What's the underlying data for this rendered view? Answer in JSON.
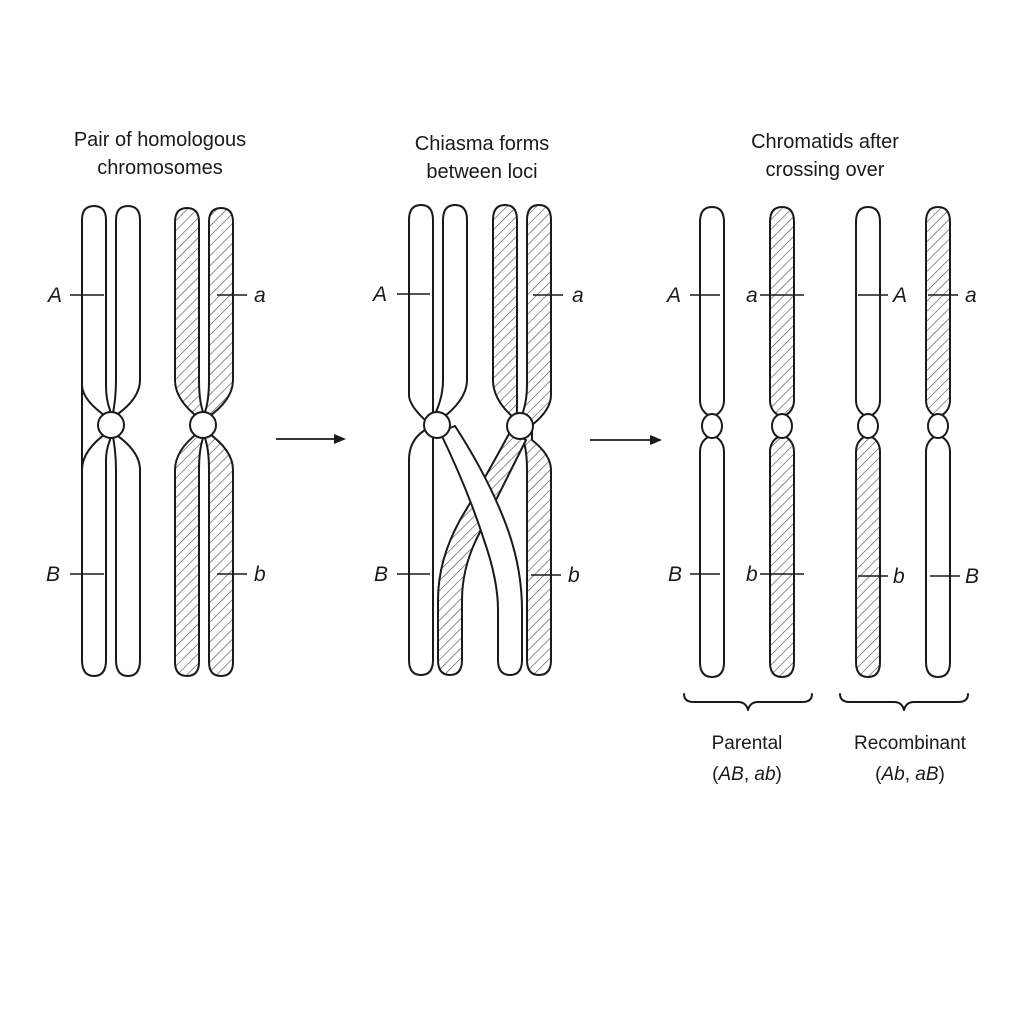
{
  "panels": [
    {
      "caption_lines": [
        "Pair of homologous",
        "chromosomes"
      ]
    },
    {
      "caption_lines": [
        "Chiasma forms",
        "between loci"
      ]
    },
    {
      "caption_lines": [
        "Chromatids after",
        "crossing over"
      ]
    }
  ],
  "loci": {
    "panel1": {
      "left_top": "A",
      "left_bottom": "B",
      "right_top": "a",
      "right_bottom": "b"
    },
    "panel2": {
      "left_top": "A",
      "left_bottom": "B",
      "right_top": "a",
      "right_bottom": "b"
    },
    "panel3": {
      "c1_top": "A",
      "c1_bottom": "B",
      "c2_top": "a",
      "c2_bottom": "b",
      "c3_top": "A",
      "c3_bottom": "b",
      "c4_top": "a",
      "c4_bottom": "B"
    }
  },
  "groups": {
    "parental": {
      "label": "Parental",
      "open": "(",
      "g1": "AB",
      "sep": ", ",
      "g2": "ab",
      "close": ")"
    },
    "recombinant": {
      "label": "Recombinant",
      "open": "(",
      "g1": "Ab",
      "sep": ", ",
      "g2": "aB",
      "close": ")"
    }
  },
  "colors": {
    "stroke": "#1a1a1a",
    "hatch": "#555555",
    "background": "#ffffff"
  }
}
